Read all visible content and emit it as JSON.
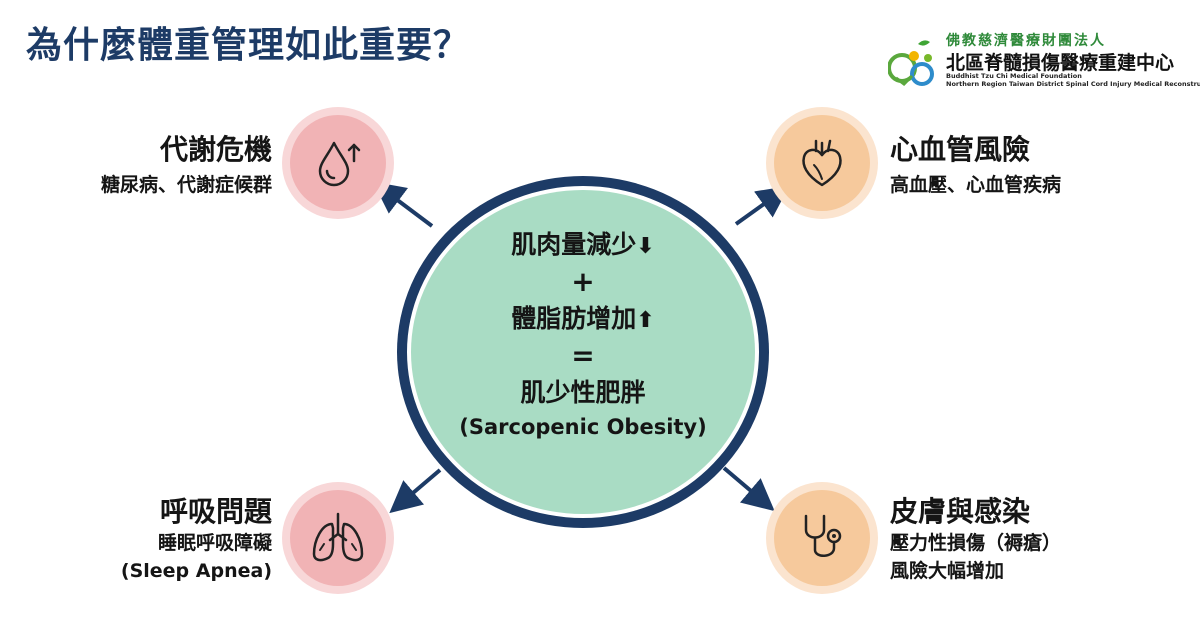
{
  "title": "為什麼體重管理如此重要？",
  "logo": {
    "org_top": "佛教慈濟醫療財團法人",
    "center_name": "北區脊髓損傷醫療重建中心",
    "en_line1": "Buddhist Tzu Chi Medical Foundation",
    "en_line2": "Northern Region Taiwan District Spinal Cord Injury Medical Reconstruction Center"
  },
  "center": {
    "line1": "肌肉量減少",
    "line1_arrow": "⬇",
    "plus": "+",
    "line2": "體脂肪增加",
    "line2_arrow": "⬆",
    "equals": "=",
    "result": "肌少性肥胖",
    "result_en": "(Sarcopenic Obesity)"
  },
  "risks": {
    "metabolic": {
      "title": "代謝危機",
      "desc": "糖尿病、代謝症候群",
      "icon": "blood-drop-up-icon"
    },
    "cardio": {
      "title": "心血管風險",
      "desc": "高血壓、心血管疾病",
      "icon": "heart-icon"
    },
    "respiratory": {
      "title": "呼吸問題",
      "desc1": "睡眠呼吸障礙",
      "desc2": "(Sleep Apnea)",
      "icon": "lungs-icon"
    },
    "skin": {
      "title": "皮膚與感染",
      "desc1": "壓力性損傷（褥瘡）",
      "desc2": "風險大幅增加",
      "icon": "stethoscope-icon"
    }
  },
  "colors": {
    "navy": "#1d3b66",
    "mint": "#a9dcc4",
    "pink": "#f1b3b5",
    "peach": "#f6c99c",
    "logo_green": "#2f8a3a"
  }
}
